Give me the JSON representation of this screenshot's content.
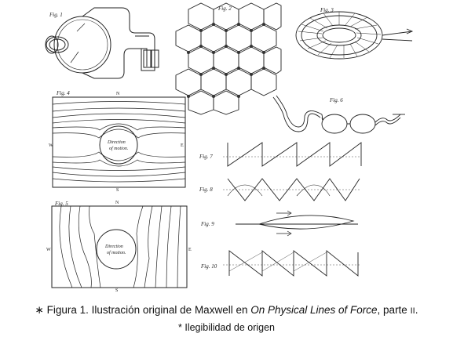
{
  "figure": {
    "plate_labels": {
      "fig1": "Fig. 1",
      "fig2": "Fig. 2",
      "fig3": "Fig. 3",
      "fig4": "Fig. 4",
      "fig5": "Fig. 5",
      "fig6": "Fig. 6",
      "fig7": "Fig. 7",
      "fig8": "Fig. 8",
      "fig9": "Fig. 9",
      "fig10": "Fig. 10"
    },
    "inset_text": {
      "fig4_line1": "Direction",
      "fig4_line2": "of motion.",
      "fig5_line1": "Direction",
      "fig5_line2": "of motion."
    },
    "compass": {
      "n": "N",
      "s": "S",
      "w": "W",
      "e": "E"
    }
  },
  "caption": {
    "marker": "∗",
    "prefix": "Figura 1. Ilustración original de Maxwell en ",
    "title": "On Physical Lines of Force",
    "suffix": ", parte ",
    "part": "II",
    "end": "."
  },
  "note": {
    "marker": "*",
    "text": "Ilegibilidad de origen"
  }
}
